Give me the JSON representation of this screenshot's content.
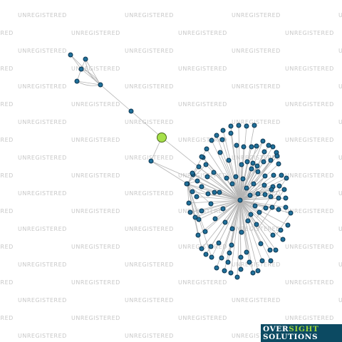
{
  "watermark": {
    "text": "UNREGISTERED"
  },
  "logo": {
    "part1": "OVER",
    "part2": "SIGHT",
    "line2": "SOLUTIONS"
  },
  "colors": {
    "background": "#ffffff",
    "edge": "#b4b4b4",
    "node_fill": "#1f6f99",
    "node_stroke": "#0c3550",
    "focus_node_fill": "#a6e04a",
    "focus_node_stroke": "#4a6a1a",
    "watermark": "#c8c8c8",
    "logo_bg": "#0c4a62",
    "logo_text": "#ffffff",
    "logo_accent": "#9ad23c"
  },
  "network": {
    "focus_node": "green-circle",
    "node_icon": "blue-circle"
  }
}
